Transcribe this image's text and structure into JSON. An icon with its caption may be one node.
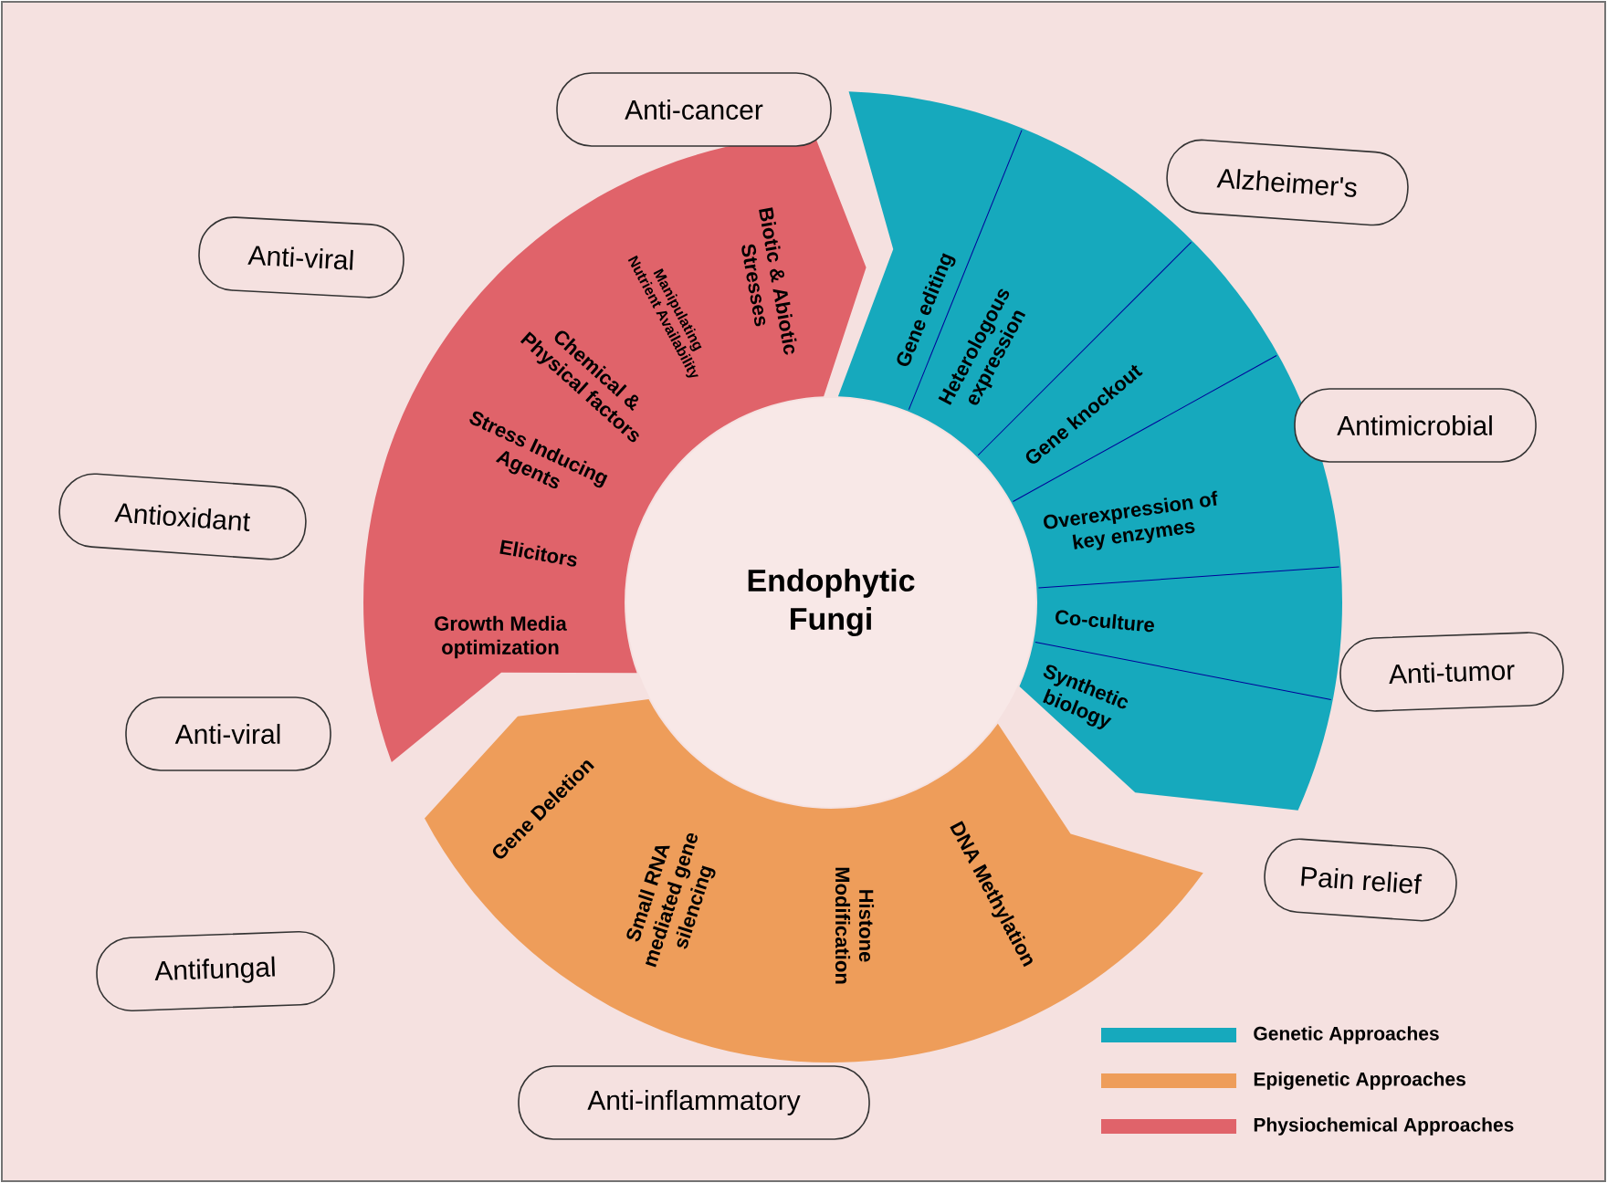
{
  "diagram": {
    "nodes": [
      {
        "text": [
          "Endophytic Fungi"
        ]
      },
      {
        "text": [
          "Biotic & Abiotic Stresses",
          "Manipulating Nutrient Availability",
          "Chemical & Physical factors",
          "Stress Inducing Agents",
          "Elicitors",
          "Growth Media optimization"
        ]
      },
      {
        "text": [
          "Gene editing",
          "Heterologous expression",
          "Gene knockout",
          "Overexpression of key enzymes",
          "Co-culture",
          "Synthetic biology"
        ]
      },
      {
        "text": [
          "Gene Deletion",
          "Small RNA mediated gene silencing",
          "Histone Modification",
          "DNA Methylation"
        ]
      },
      {
        "text": [
          "Anti-cancer"
        ]
      },
      {
        "text": [
          "Alzheimer's"
        ]
      },
      {
        "text": [
          "Anti-viral"
        ]
      },
      {
        "text": [
          "Antimicrobial"
        ]
      },
      {
        "text": [
          "Antioxidant"
        ]
      },
      {
        "text": [
          "Anti-tumor"
        ]
      },
      {
        "text": [
          "Anti-viral"
        ]
      },
      {
        "text": [
          "Pain relief"
        ]
      },
      {
        "text": [
          "Antifungal"
        ]
      },
      {
        "text": [
          "Anti-inflammatory"
        ]
      }
    ],
    "legend": [
      {
        "text": "Genetic Approaches",
        "color": "#16a9bd"
      },
      {
        "text": "Epigenetic Approaches",
        "color": "#ee9d5a"
      },
      {
        "text": "Physiochemical Approaches",
        "color": "#e0636a"
      }
    ]
  }
}
